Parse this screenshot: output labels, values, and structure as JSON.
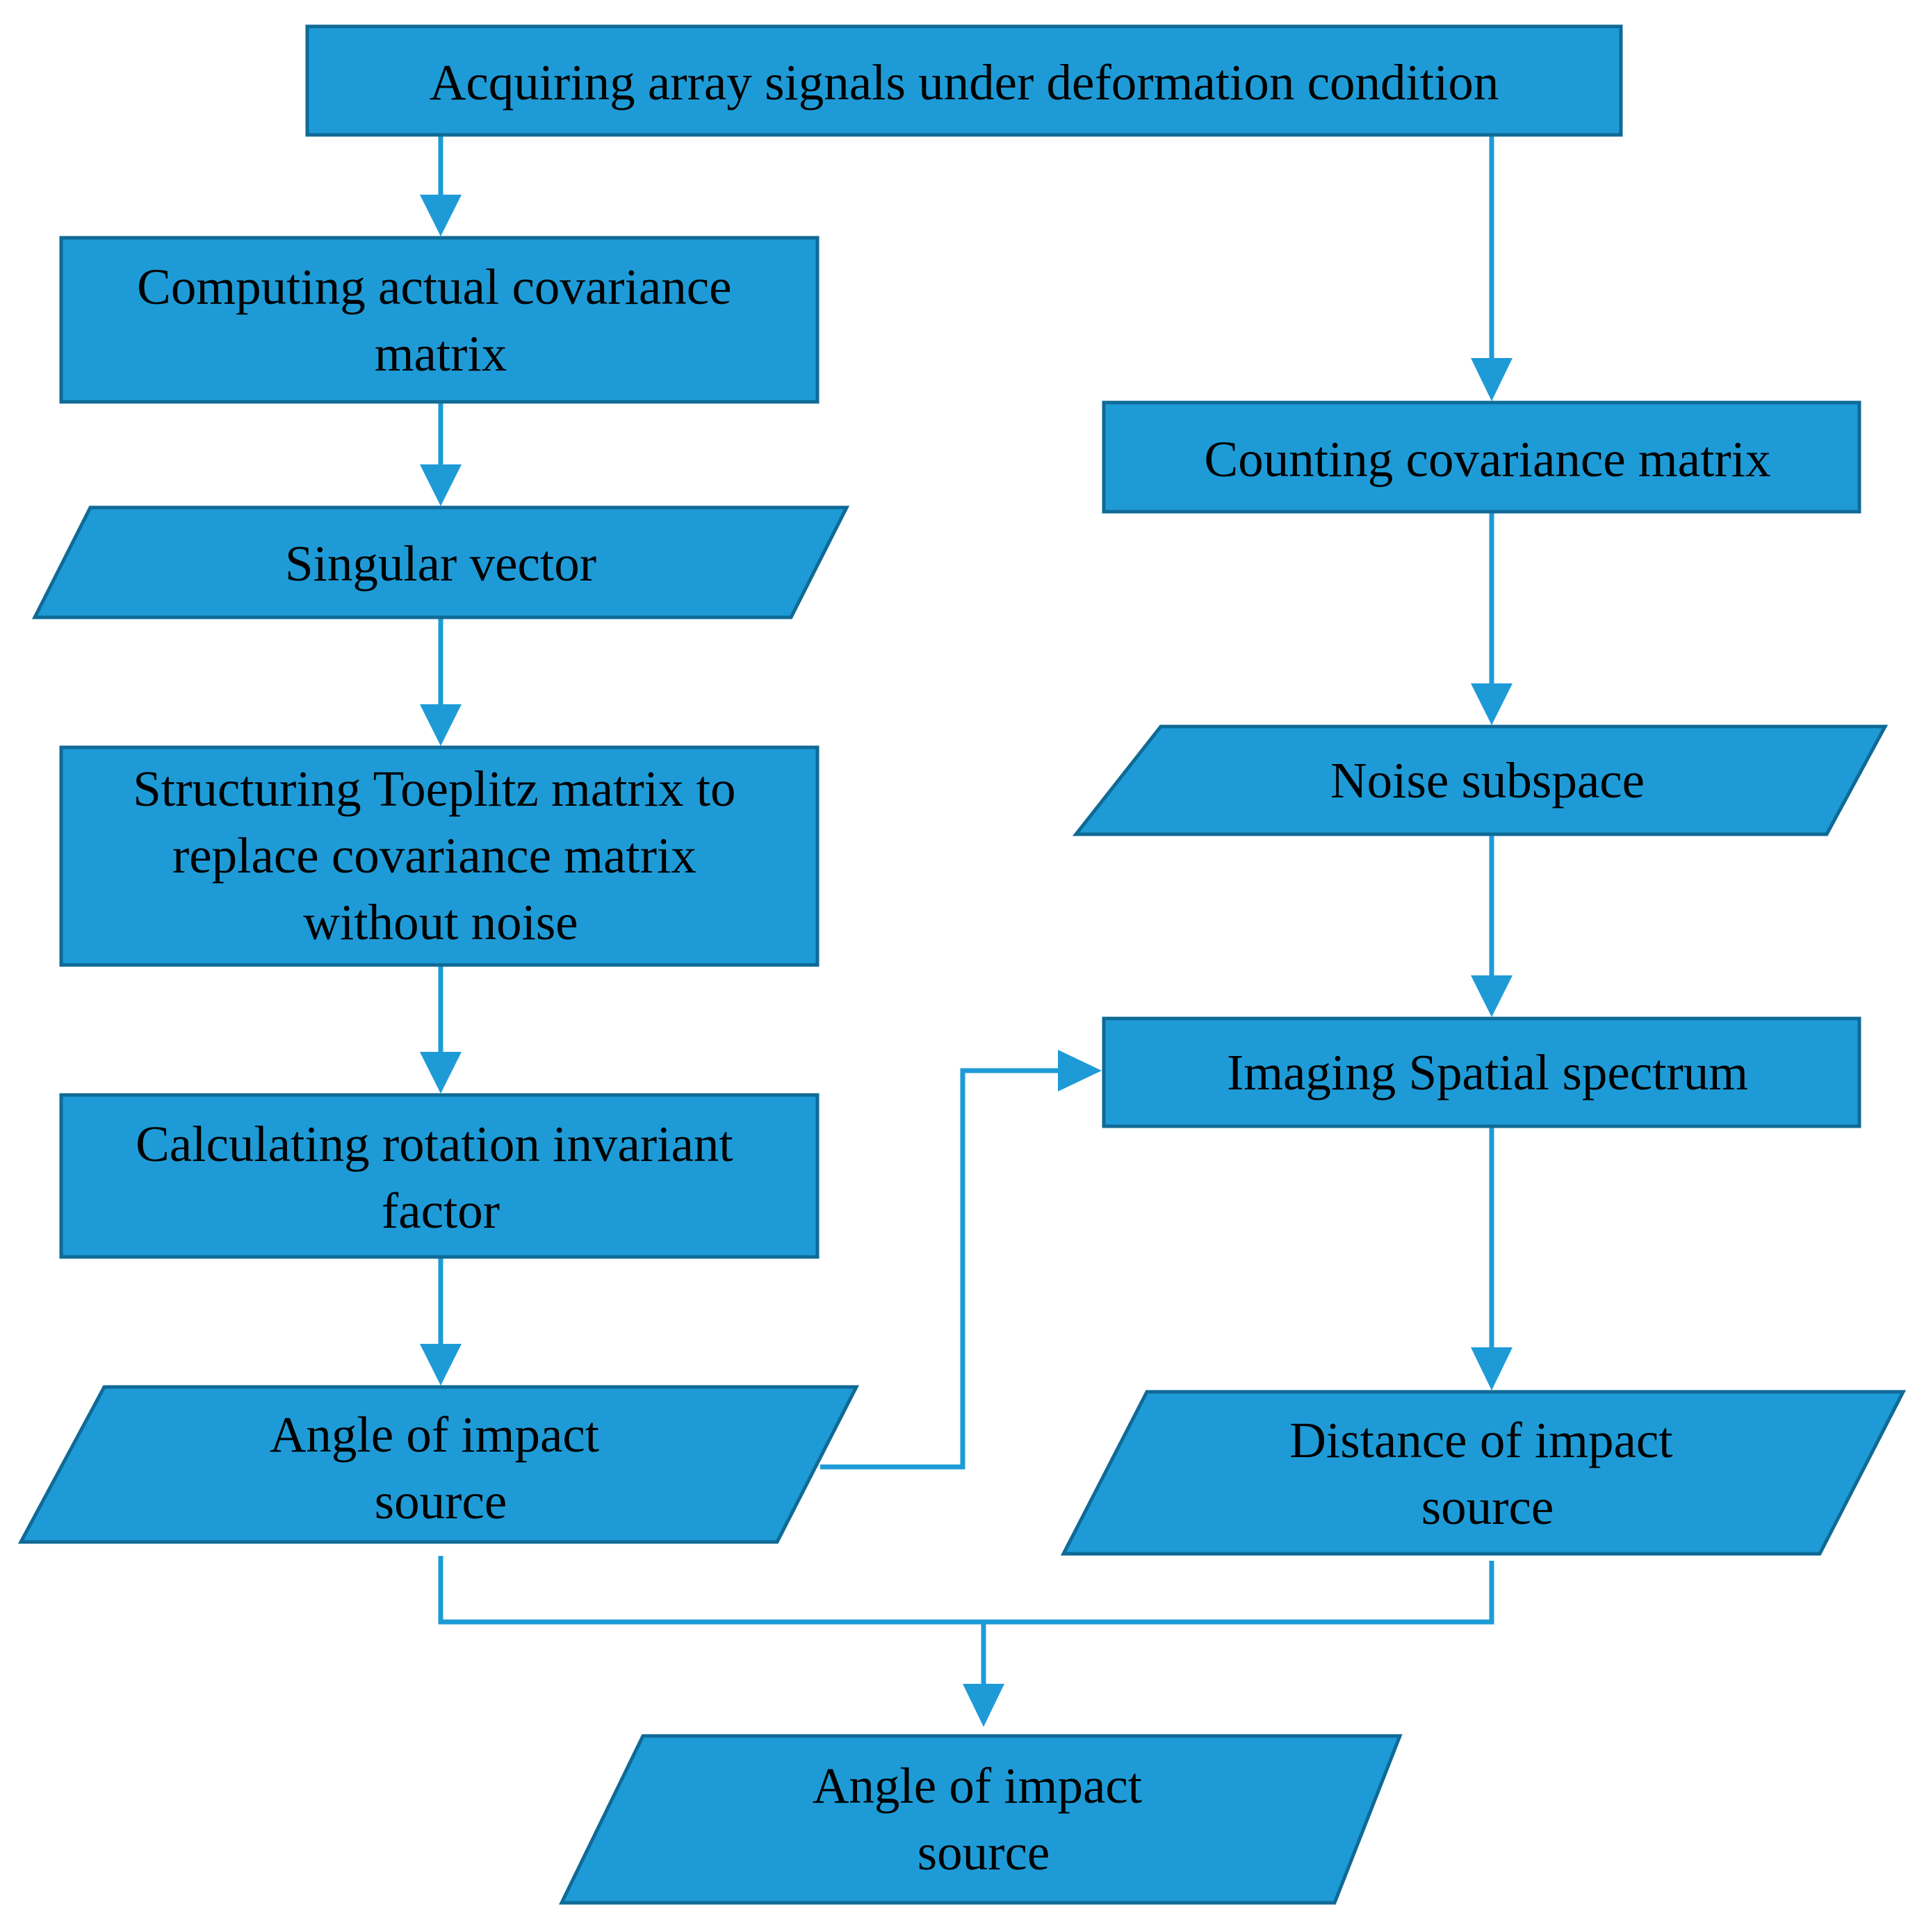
{
  "colors": {
    "fill": "#1e9bd7",
    "stroke": "#0f6a96",
    "arrow": "#1e9bd7",
    "text": "#000000"
  },
  "nodes": {
    "acquire": {
      "lines": [
        "Acquiring array signals under deformation condition"
      ]
    },
    "actual_cov": {
      "lines": [
        "Computing actual covariance",
        "matrix"
      ]
    },
    "singular": {
      "lines": [
        "Singular vector"
      ]
    },
    "toeplitz": {
      "lines": [
        "Structuring Toeplitz matrix to",
        "replace covariance matrix",
        "without noise"
      ]
    },
    "rotation": {
      "lines": [
        "Calculating rotation invariant",
        "factor"
      ]
    },
    "angle_left": {
      "lines": [
        "Angle of impact",
        "source"
      ]
    },
    "count_cov": {
      "lines": [
        "Counting covariance matrix"
      ]
    },
    "noise": {
      "lines": [
        "Noise subspace"
      ]
    },
    "imaging": {
      "lines": [
        "Imaging Spatial spectrum"
      ]
    },
    "distance": {
      "lines": [
        "Distance of impact",
        "source"
      ]
    },
    "angle_bottom": {
      "lines": [
        "Angle of impact",
        "source"
      ]
    }
  }
}
